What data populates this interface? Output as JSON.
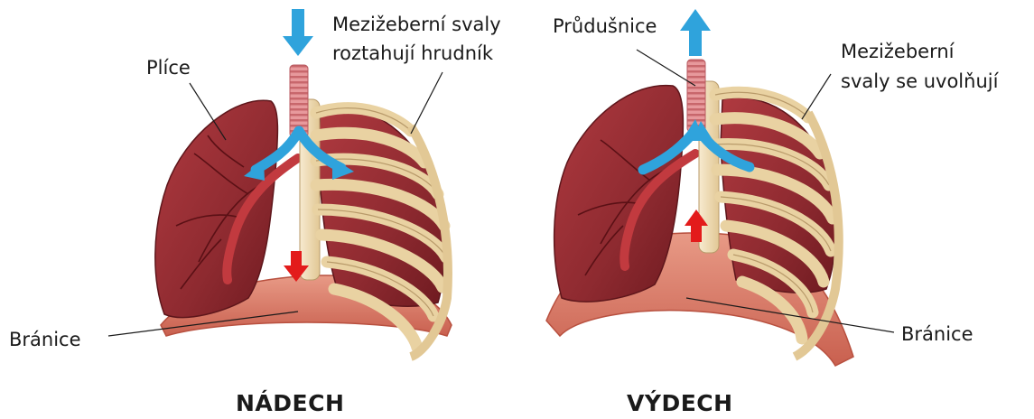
{
  "inhale": {
    "title": "NÁDECH",
    "labels": {
      "lungs": "Plíce",
      "muscles_line1": "Mezižeberní svaly",
      "muscles_line2": "roztahují hrudník",
      "diaphragm": "Bránice"
    }
  },
  "exhale": {
    "title": "VÝDECH",
    "labels": {
      "trachea": "Průdušnice",
      "muscles_line1": "Mezižeberní",
      "muscles_line2": "svaly se uvolňují",
      "diaphragm": "Bránice"
    }
  },
  "colors": {
    "lung": "#9a2c33",
    "lung_dark": "#6e1a20",
    "vessel": "#c23a3f",
    "bone": "#efdcb3",
    "bone_edge": "#b89a6a",
    "diaphragm": "#d97c6a",
    "trachea": "#d77a7e",
    "air_arrow": "#2fa3dc",
    "move_arrow": "#e31b1b"
  }
}
